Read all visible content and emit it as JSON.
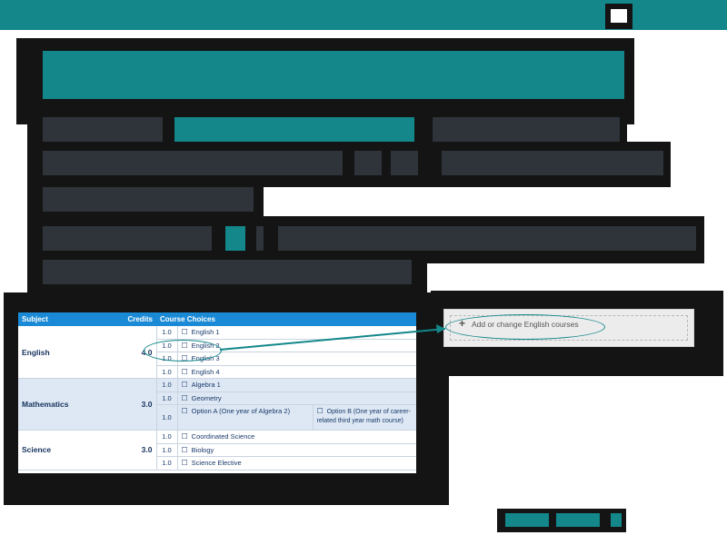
{
  "colors": {
    "accent": "#13878a",
    "panel": "#2e3439",
    "table_header": "#1a8ad6"
  },
  "close_icon": "close-icon",
  "table": {
    "headers": {
      "subject": "Subject",
      "credits": "Credits",
      "choices": "Course Choices"
    },
    "english": {
      "subject": "English",
      "credits": "4.0",
      "rows": [
        {
          "cr": "1.0",
          "course": "English 1"
        },
        {
          "cr": "1.0",
          "course": "English 2"
        },
        {
          "cr": "1.0",
          "course": "English 3"
        },
        {
          "cr": "1.0",
          "course": "English 4"
        }
      ]
    },
    "math": {
      "subject": "Mathematics",
      "credits": "3.0",
      "rows": [
        {
          "cr": "1.0",
          "course": "Algebra 1"
        },
        {
          "cr": "1.0",
          "course": "Geometry"
        },
        {
          "cr": "1.0",
          "course": "Option A (One year of Algebra 2)",
          "alt": "Option B (One year of career-related third year math course)"
        }
      ]
    },
    "science": {
      "subject": "Science",
      "credits": "3.0",
      "rows": [
        {
          "cr": "1.0",
          "course": "Coordinated Science"
        },
        {
          "cr": "1.0",
          "course": "Biology"
        },
        {
          "cr": "1.0",
          "course": "Science Elective"
        }
      ]
    }
  },
  "add_panel": {
    "label": "Add or change English courses",
    "icon": "plus-icon"
  }
}
